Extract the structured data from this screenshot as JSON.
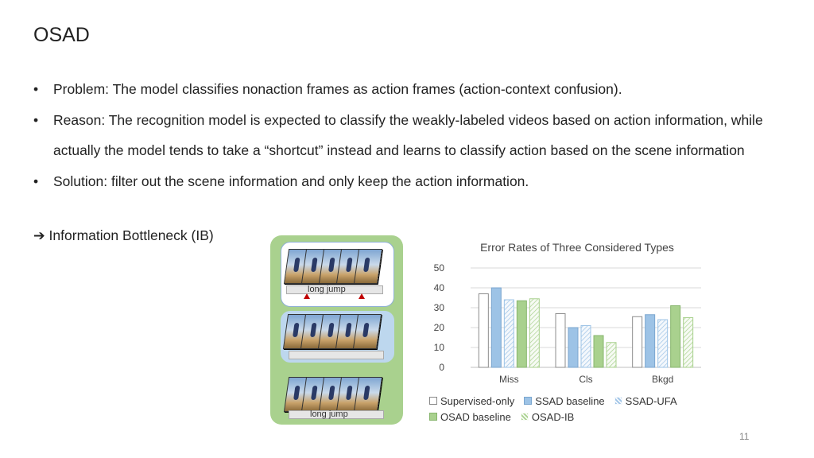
{
  "slide": {
    "title": "OSAD",
    "bullets": [
      "Problem: The model classifies nonaction frames as action frames (action-context confusion).",
      "Reason:  The recognition model is expected to classify the weakly-labeled videos based on action information, while actually the model tends to take a “shortcut” instead and learns to classify action based on the scene information",
      "Solution: filter out the scene information and only keep the action information."
    ],
    "arrow_text": "Information Bottleneck (IB)",
    "page_number": "11"
  },
  "diagram": {
    "label_top": "long jump",
    "label_bottom": "long jump",
    "colors": {
      "outer": "#a9d18e",
      "middle": "#bdd7ee",
      "marker": "#c00000"
    }
  },
  "chart_data": {
    "type": "bar",
    "title": "Error Rates of Three Considered Types",
    "categories": [
      "Miss",
      "Cls",
      "Bkgd"
    ],
    "ylim": [
      0,
      50
    ],
    "yticks": [
      0,
      10,
      20,
      30,
      40,
      50
    ],
    "grid": true,
    "legend_position": "bottom",
    "series": [
      {
        "name": "Supervised-only",
        "values": [
          37,
          27,
          25.5
        ],
        "color": "#ffffff",
        "stroke": "#8c8c8c",
        "pattern": "none"
      },
      {
        "name": "SSAD baseline",
        "values": [
          40,
          20,
          26.5
        ],
        "color": "#9dc3e6",
        "stroke": "#7aa6cf",
        "pattern": "none"
      },
      {
        "name": "SSAD-UFA",
        "values": [
          34,
          21,
          24
        ],
        "color": "#deebf7",
        "stroke": "#9dc3e6",
        "pattern": "hatch"
      },
      {
        "name": "OSAD baseline",
        "values": [
          33.5,
          16,
          31
        ],
        "color": "#a9d18e",
        "stroke": "#86b56c",
        "pattern": "none"
      },
      {
        "name": "OSAD-IB",
        "values": [
          34.5,
          12.5,
          25
        ],
        "color": "#e2efd9",
        "stroke": "#a9d18e",
        "pattern": "hatch"
      }
    ]
  }
}
